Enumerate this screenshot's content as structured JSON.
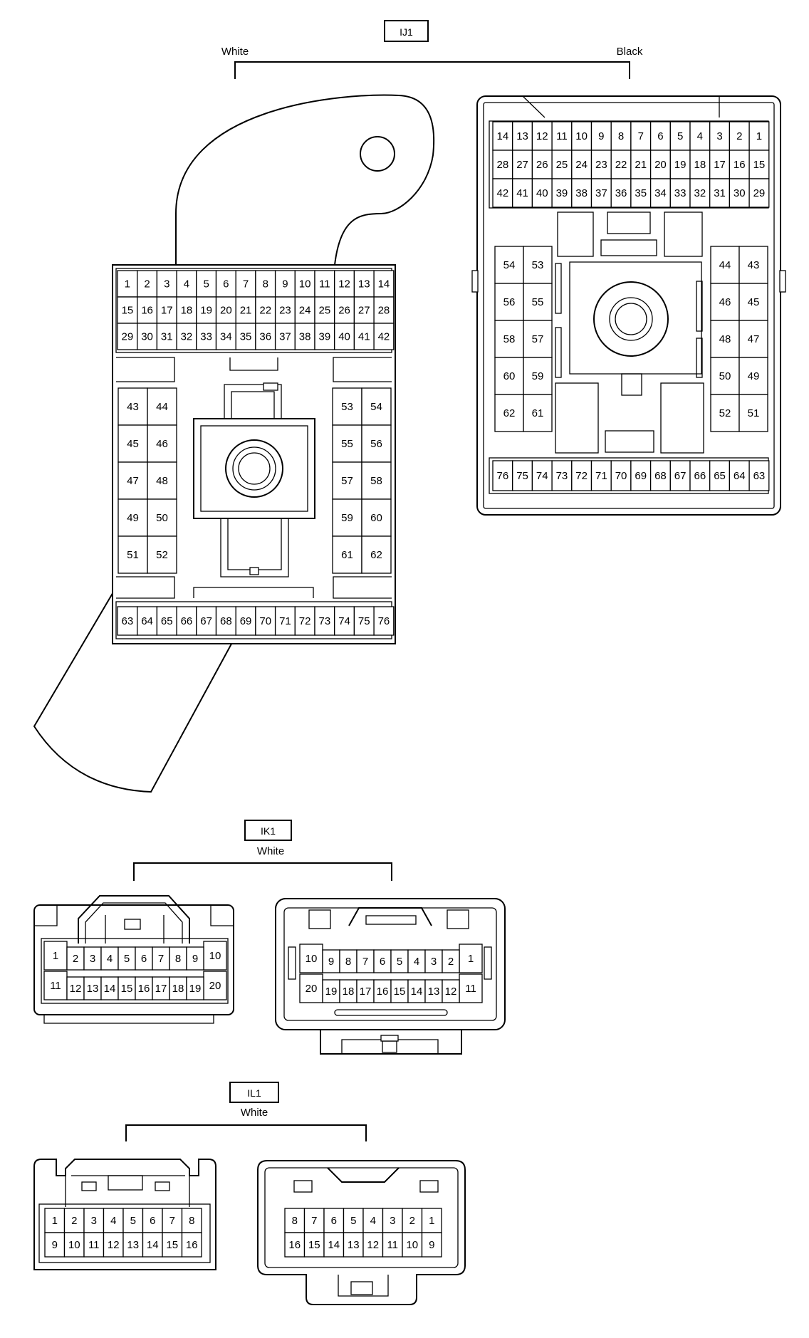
{
  "connectors": {
    "ij1": {
      "code": "IJ1",
      "left_color": "White",
      "right_color": "Black",
      "left_pins": {
        "row1": [
          "1",
          "2",
          "3",
          "4",
          "5",
          "6",
          "7",
          "8",
          "9",
          "10",
          "11",
          "12",
          "13",
          "14"
        ],
        "row2": [
          "15",
          "16",
          "17",
          "18",
          "19",
          "20",
          "21",
          "22",
          "23",
          "24",
          "25",
          "26",
          "27",
          "28"
        ],
        "row3": [
          "29",
          "30",
          "31",
          "32",
          "33",
          "34",
          "35",
          "36",
          "37",
          "38",
          "39",
          "40",
          "41",
          "42"
        ],
        "block_a": [
          "43",
          "44",
          "45",
          "46",
          "47",
          "48",
          "49",
          "50",
          "51",
          "52"
        ],
        "block_b": [
          "53",
          "54",
          "55",
          "56",
          "57",
          "58",
          "59",
          "60",
          "61",
          "62"
        ],
        "bottom": [
          "63",
          "64",
          "65",
          "66",
          "67",
          "68",
          "69",
          "70",
          "71",
          "72",
          "73",
          "74",
          "75",
          "76"
        ]
      },
      "right_pins": {
        "row1": [
          "14",
          "13",
          "12",
          "11",
          "10",
          "9",
          "8",
          "7",
          "6",
          "5",
          "4",
          "3",
          "2",
          "1"
        ],
        "row2": [
          "28",
          "27",
          "26",
          "25",
          "24",
          "23",
          "22",
          "21",
          "20",
          "19",
          "18",
          "17",
          "16",
          "15"
        ],
        "row3": [
          "42",
          "41",
          "40",
          "39",
          "38",
          "37",
          "36",
          "35",
          "34",
          "33",
          "32",
          "31",
          "30",
          "29"
        ],
        "block_a": [
          "54",
          "53",
          "56",
          "55",
          "58",
          "57",
          "60",
          "59",
          "62",
          "61"
        ],
        "block_b": [
          "44",
          "43",
          "46",
          "45",
          "48",
          "47",
          "50",
          "49",
          "52",
          "51"
        ],
        "bottom": [
          "76",
          "75",
          "74",
          "73",
          "72",
          "71",
          "70",
          "69",
          "68",
          "67",
          "66",
          "65",
          "64",
          "63"
        ]
      }
    },
    "ik1": {
      "code": "IK1",
      "color": "White",
      "left_pins": {
        "top_left": "1",
        "bottom_left": "11",
        "top_right": "10",
        "bottom_right": "20",
        "row1": [
          "2",
          "3",
          "4",
          "5",
          "6",
          "7",
          "8",
          "9"
        ],
        "row2": [
          "12",
          "13",
          "14",
          "15",
          "16",
          "17",
          "18",
          "19"
        ]
      },
      "right_pins": {
        "top_left": "10",
        "bottom_left": "20",
        "top_right": "1",
        "bottom_right": "11",
        "row1": [
          "9",
          "8",
          "7",
          "6",
          "5",
          "4",
          "3",
          "2"
        ],
        "row2": [
          "19",
          "18",
          "17",
          "16",
          "15",
          "14",
          "13",
          "12"
        ]
      }
    },
    "il1": {
      "code": "IL1",
      "color": "White",
      "left_pins": {
        "row1": [
          "1",
          "2",
          "3",
          "4",
          "5",
          "6",
          "7",
          "8"
        ],
        "row2": [
          "9",
          "10",
          "11",
          "12",
          "13",
          "14",
          "15",
          "16"
        ]
      },
      "right_pins": {
        "row1": [
          "8",
          "7",
          "6",
          "5",
          "4",
          "3",
          "2",
          "1"
        ],
        "row2": [
          "16",
          "15",
          "14",
          "13",
          "12",
          "11",
          "10",
          "9"
        ]
      }
    }
  }
}
